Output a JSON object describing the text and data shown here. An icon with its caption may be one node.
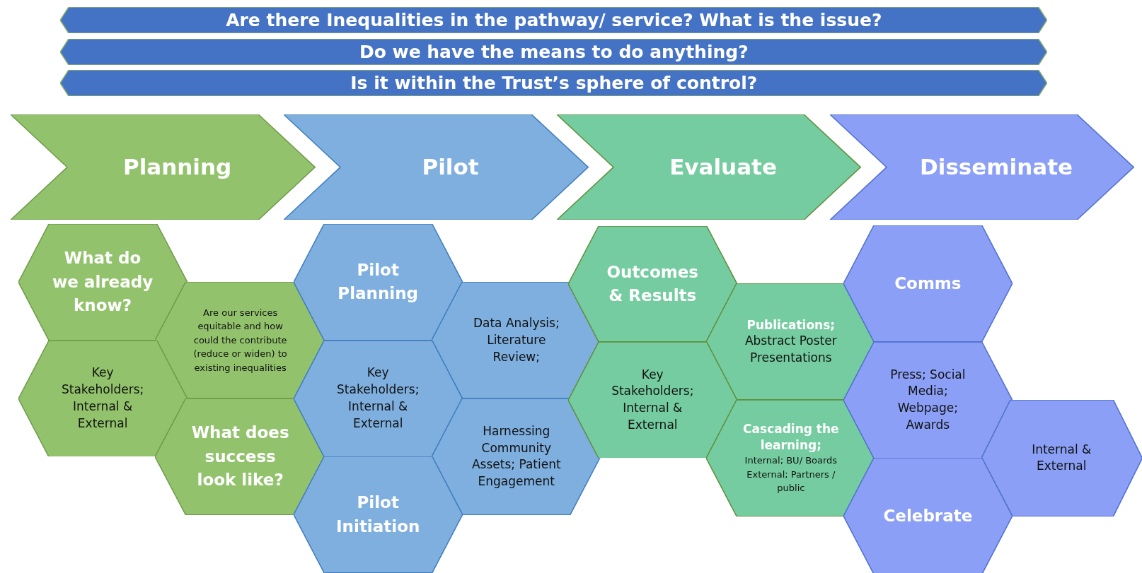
{
  "diagram": {
    "nodes": [
      {
        "text": [
          "Are there Inequalities in the pathway/ service? What is the issue?"
        ]
      },
      {
        "text": [
          "Do we have the means to do anything?"
        ]
      },
      {
        "text": [
          "Is it within the Trust’s sphere of control?"
        ]
      },
      {
        "text": [
          "Planning"
        ]
      },
      {
        "text": [
          "Pilot"
        ]
      },
      {
        "text": [
          "Evaluate"
        ]
      },
      {
        "text": [
          "Disseminate"
        ]
      },
      {
        "text": [
          "What do we already know?"
        ]
      },
      {
        "text": [
          "Are our services equitable and how could the contribute (reduce or widen) to existing inequalities"
        ]
      },
      {
        "text": [
          "Key Stakeholders; Internal & External"
        ]
      },
      {
        "text": [
          "What does success look like?"
        ]
      },
      {
        "text": [
          "Pilot Planning"
        ]
      },
      {
        "text": [
          "Data Analysis; Literature Review;"
        ]
      },
      {
        "text": [
          "Key Stakeholders; Internal & External"
        ]
      },
      {
        "text": [
          "Harnessing Community Assets; Patient Engagement"
        ]
      },
      {
        "text": [
          "Pilot Initiation"
        ]
      },
      {
        "text": [
          "Outcomes & Results"
        ]
      },
      {
        "text": [
          "Publications;",
          "Abstract Poster Presentations"
        ]
      },
      {
        "text": [
          "Key Stakeholders; Internal & External"
        ]
      },
      {
        "text": [
          "Cascading the learning;",
          "Internal; BU/ Boards External; Partners / public"
        ]
      },
      {
        "text": [
          "Comms"
        ]
      },
      {
        "text": [
          "Press; Social Media; Webpage; Awards"
        ]
      },
      {
        "text": [
          "Internal & External"
        ]
      },
      {
        "text": [
          "Celebrate"
        ]
      }
    ]
  }
}
